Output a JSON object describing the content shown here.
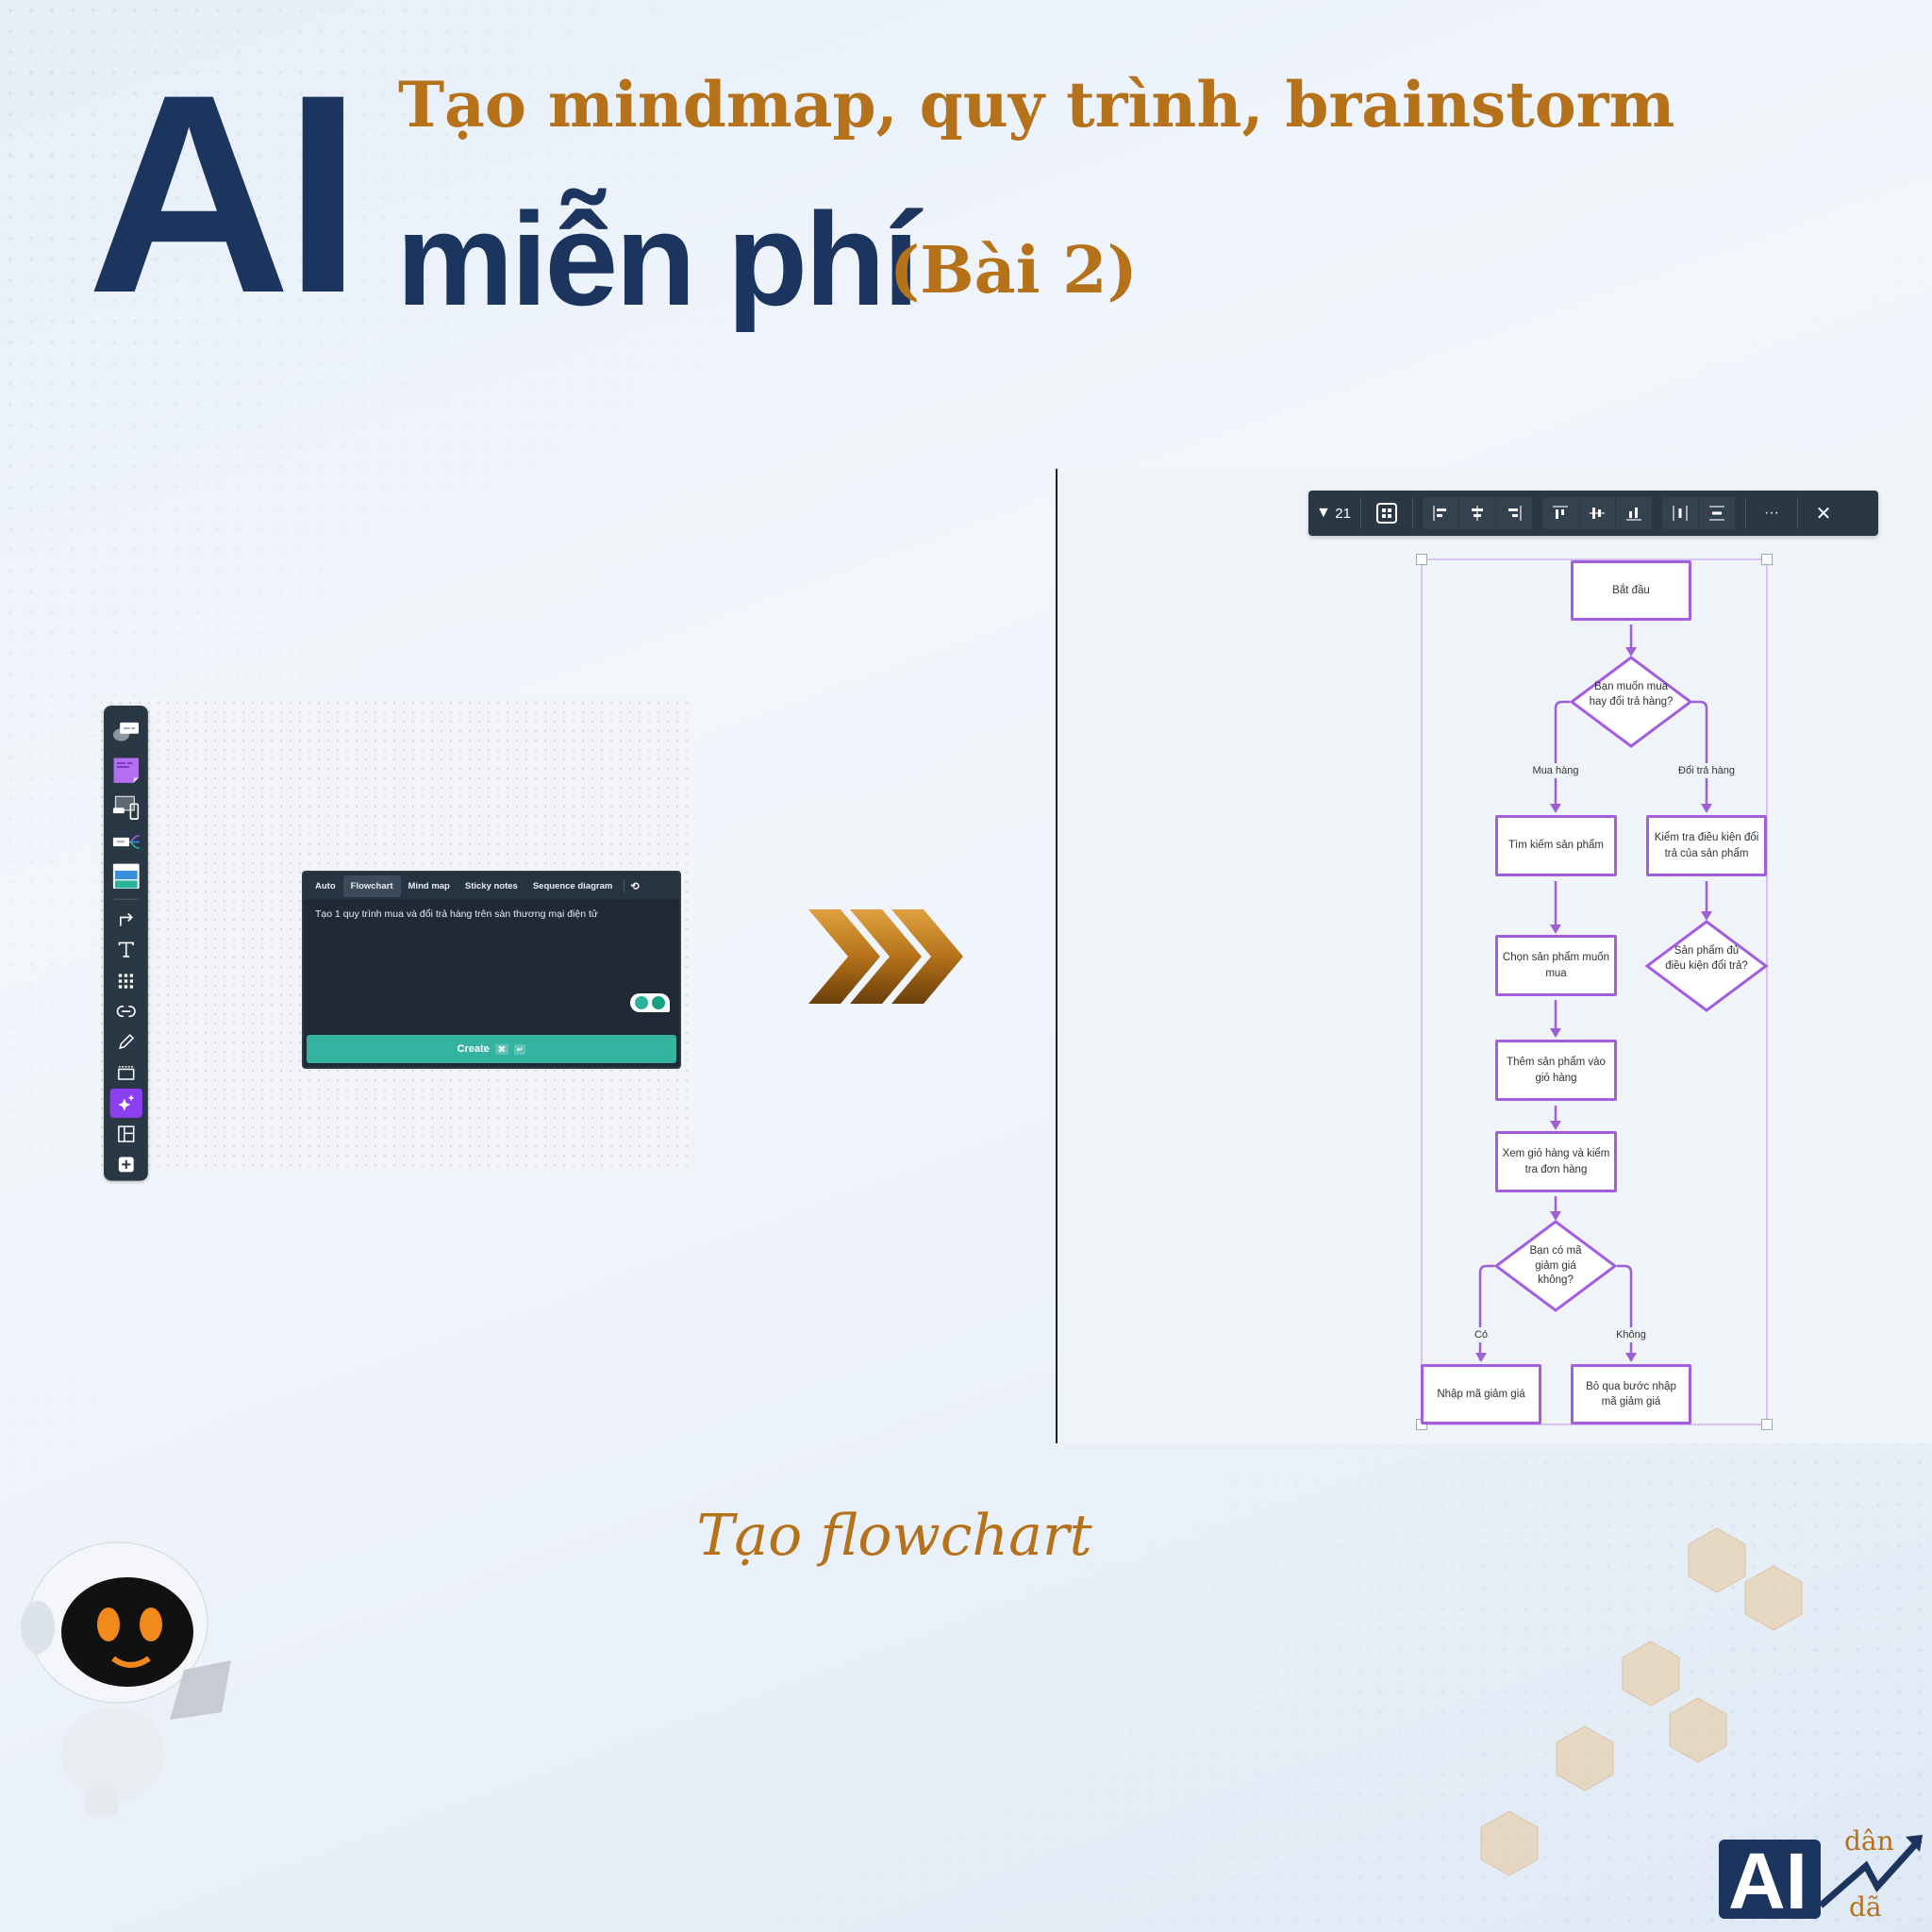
{
  "headline": {
    "brand": "AI",
    "line1": "Tạo mindmap, quy trình, brainstorm",
    "line2": "miễn phí",
    "part": "(Bài 2)"
  },
  "caption": "Tạo flowchart",
  "ai_dialog": {
    "tabs": [
      "Auto",
      "Flowchart",
      "Mind map",
      "Sticky notes",
      "Sequence diagram"
    ],
    "active_tab": "Flowchart",
    "prompt": "Tạo 1 quy trình mua và đổi trả hàng trên sàn thương mại điện tử",
    "create_label": "Create",
    "shortcut_cmd": "⌘",
    "shortcut_enter": "↵"
  },
  "selection_toolbar": {
    "count": "21",
    "more": "···",
    "close": "✕"
  },
  "flowchart": {
    "nodes": {
      "start": "Bắt đầu",
      "d1": "Bạn muốn mua hay đổi trả hàng?",
      "search": "Tìm kiếm sản phẩm",
      "check": "Kiểm tra điều kiện đổi trả của sản phẩm",
      "choose": "Chọn sản phẩm muốn mua",
      "d2": "Sản phẩm đủ điều kiện đổi trả?",
      "add": "Thêm sản phẩm vào giỏ hàng",
      "view": "Xem giỏ hàng và kiểm tra đơn hàng",
      "d3": "Bạn có mã giảm giá không?",
      "enter": "Nhập mã giảm giá",
      "skip": "Bỏ qua bước nhập mã giảm giá"
    },
    "edges": {
      "buy": "Mua hàng",
      "return": "Đổi trả hàng",
      "yes": "Có",
      "no": "Không"
    }
  },
  "logo": {
    "brand": "AI",
    "word1": "dân",
    "word2": "dã"
  },
  "colors": {
    "navy": "#1b355f",
    "gold": "#b5721a",
    "purple": "#a35ee0",
    "teal": "#34b3a0",
    "toolbar": "#2a3744"
  }
}
